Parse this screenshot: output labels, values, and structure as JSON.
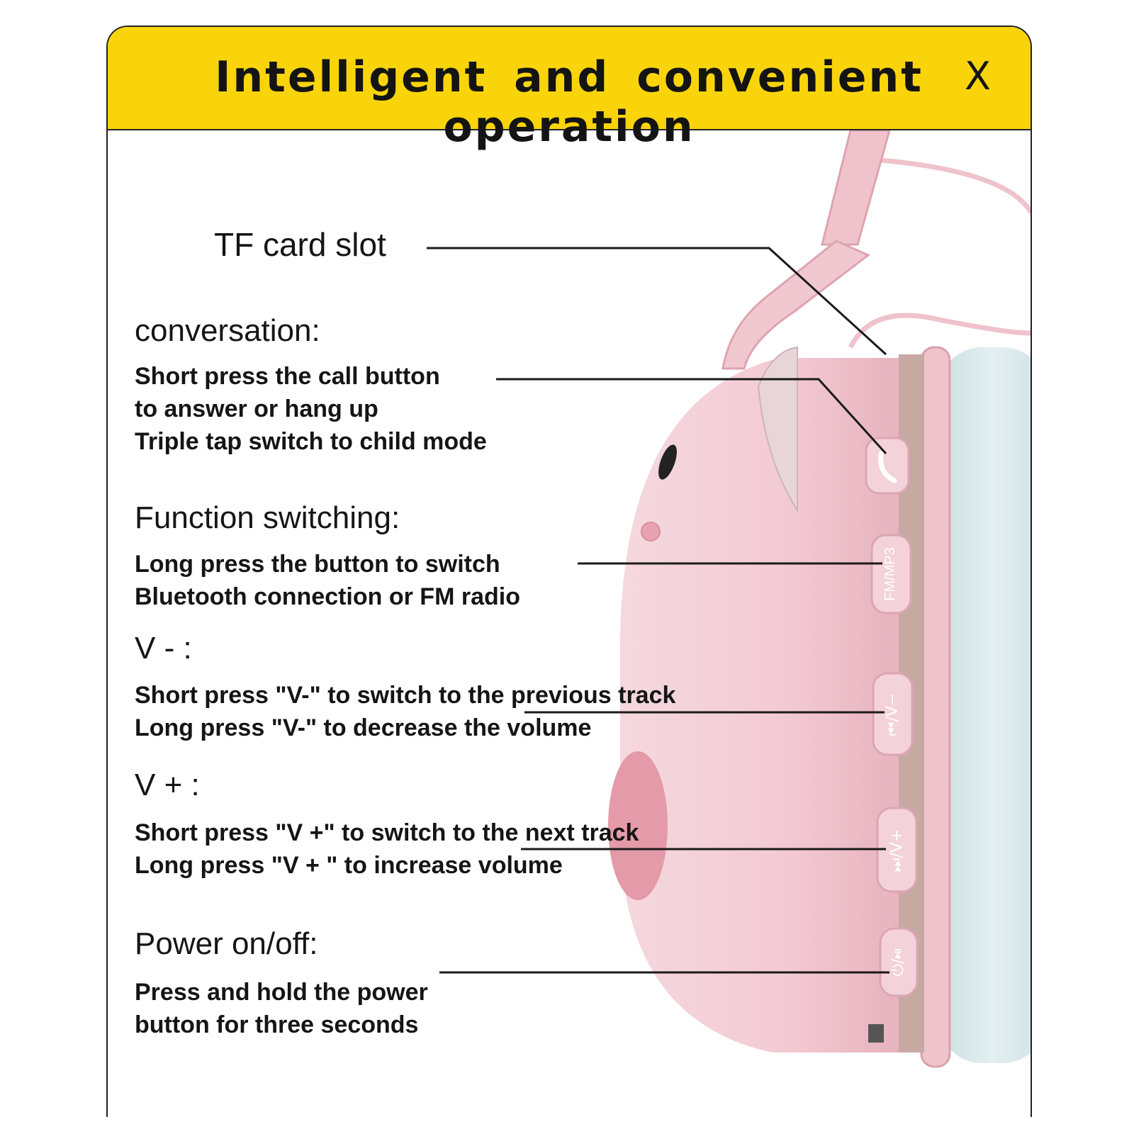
{
  "header": {
    "title": "Intelligent and convenient operation",
    "close_label": "X",
    "background_color": "#f9d40b"
  },
  "callouts": {
    "tf_card": "TF card slot",
    "conversation": {
      "title": "conversation:",
      "lines": [
        "Short press the call button",
        "to answer or hang up",
        "Triple tap switch to child mode"
      ]
    },
    "function_switching": {
      "title": "Function switching:",
      "lines": [
        "Long press the button to switch",
        "Bluetooth connection or FM radio"
      ]
    },
    "volume_down": {
      "title": "V - :",
      "lines": [
        "Short press \"V-\" to switch to the previous track",
        "Long press \"V-\" to decrease the volume"
      ]
    },
    "volume_up": {
      "title": "V + :",
      "lines": [
        "Short press \"V +\" to switch to the next track",
        "Long press \"V + \" to increase volume"
      ]
    },
    "power": {
      "title": "Power on/off:",
      "lines": [
        "Press and hold the power",
        "button for three seconds"
      ]
    }
  },
  "product": {
    "button_fm_mp3": "FM/MP3",
    "button_volume_down": "⏮/V−",
    "button_volume_up": "⏭/V+",
    "button_power": "⏻/⏯",
    "body_color": "#f2c9d1",
    "cushion_color": "#d6e6e8"
  }
}
